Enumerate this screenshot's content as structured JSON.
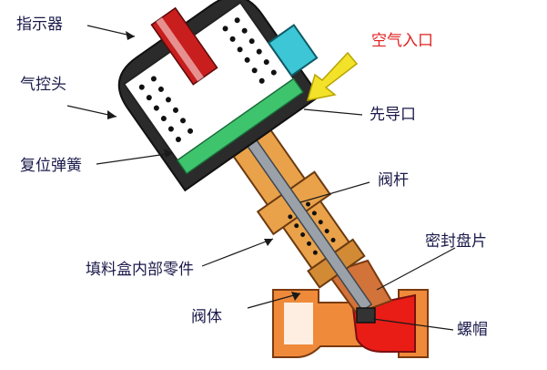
{
  "labels": {
    "indicator": "指示器",
    "air_head": "气控头",
    "reset_spring": "复位弹簧",
    "packing_parts": "填料盒内部零件",
    "valve_body": "阀体",
    "air_inlet": "空气入口",
    "pilot_port": "先导口",
    "valve_stem": "阀杆",
    "seal_disc": "密封盘片",
    "nut": "螺帽"
  },
  "colors": {
    "label_text": "#1a1a4a",
    "air_inlet_text": "#e02020",
    "arrow_yellow": "#f2e22a",
    "actuator_dark": "#2b2b2b",
    "green_seal": "#3fc46e",
    "cyan_port": "#3cc6d6",
    "brass": "#e9a24a",
    "body_red": "#ea1c16",
    "indicator_red": "#c81e1e"
  }
}
